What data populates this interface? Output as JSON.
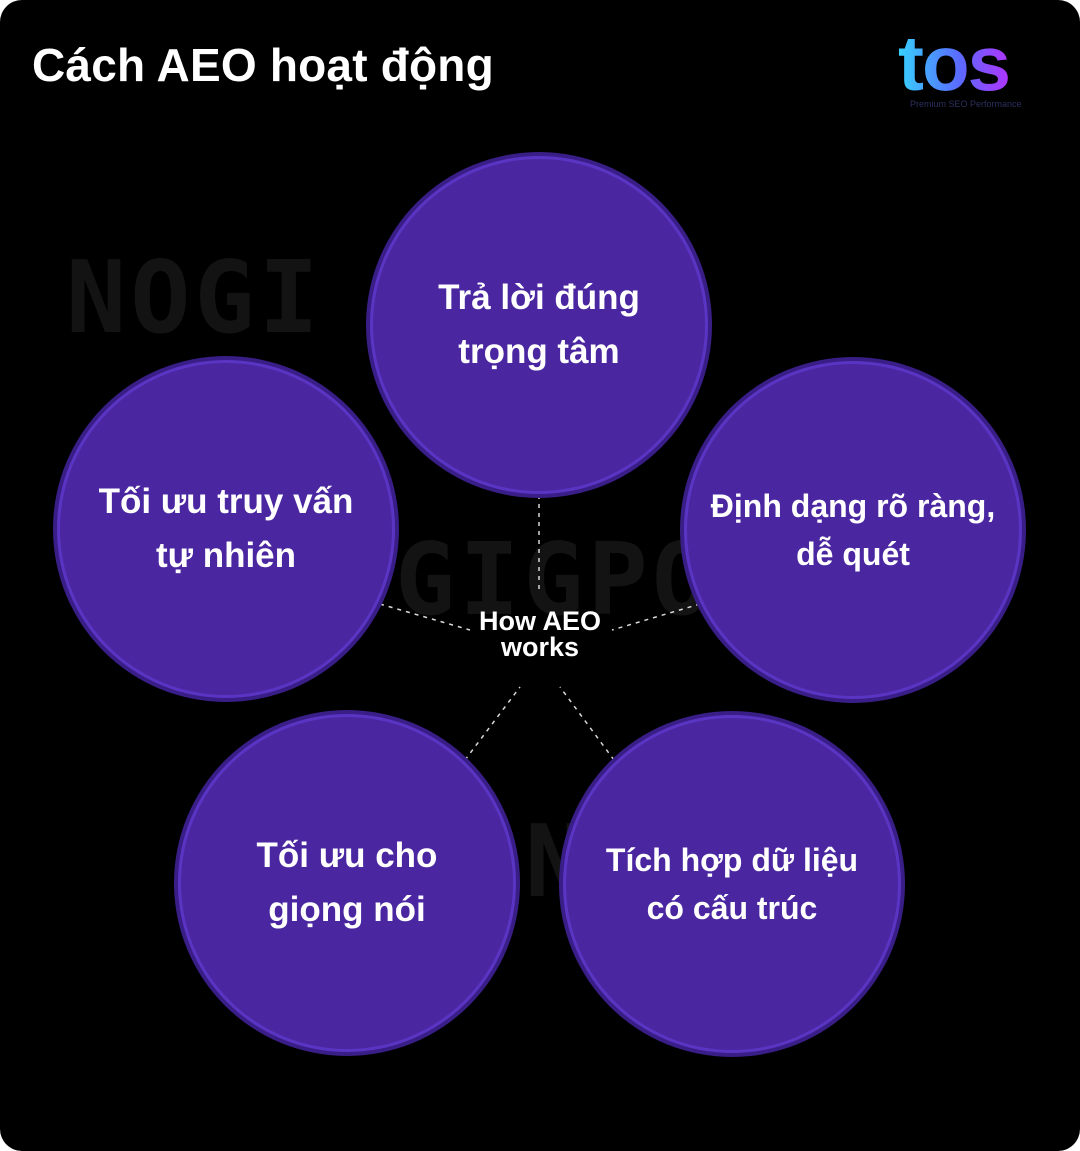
{
  "title": "Cách AEO hoạt động",
  "logo": {
    "wordmark": "tos",
    "tagline": "Premium SEO Performance",
    "colors": {
      "start": "#37d2ff",
      "mid": "#5a6bff",
      "end": "#b034ff"
    }
  },
  "watermark": [
    "NOGI",
    "GIGPOD",
    "NOD"
  ],
  "diagram": {
    "center": "How AEO\nworks",
    "nodes": [
      {
        "label": "Trả lời đúng\ntrọng tâm"
      },
      {
        "label": "Tối ưu truy vấn\ntự nhiên"
      },
      {
        "label": "Định dạng rõ ràng,\ndễ quét"
      },
      {
        "label": "Tối ưu cho\ngiọng nói"
      },
      {
        "label": "Tích hợp dữ liệu\ncó cấu trúc"
      }
    ],
    "colors": {
      "node_fill": "#4a27a1",
      "background": "#000000",
      "text": "#ffffff"
    }
  }
}
